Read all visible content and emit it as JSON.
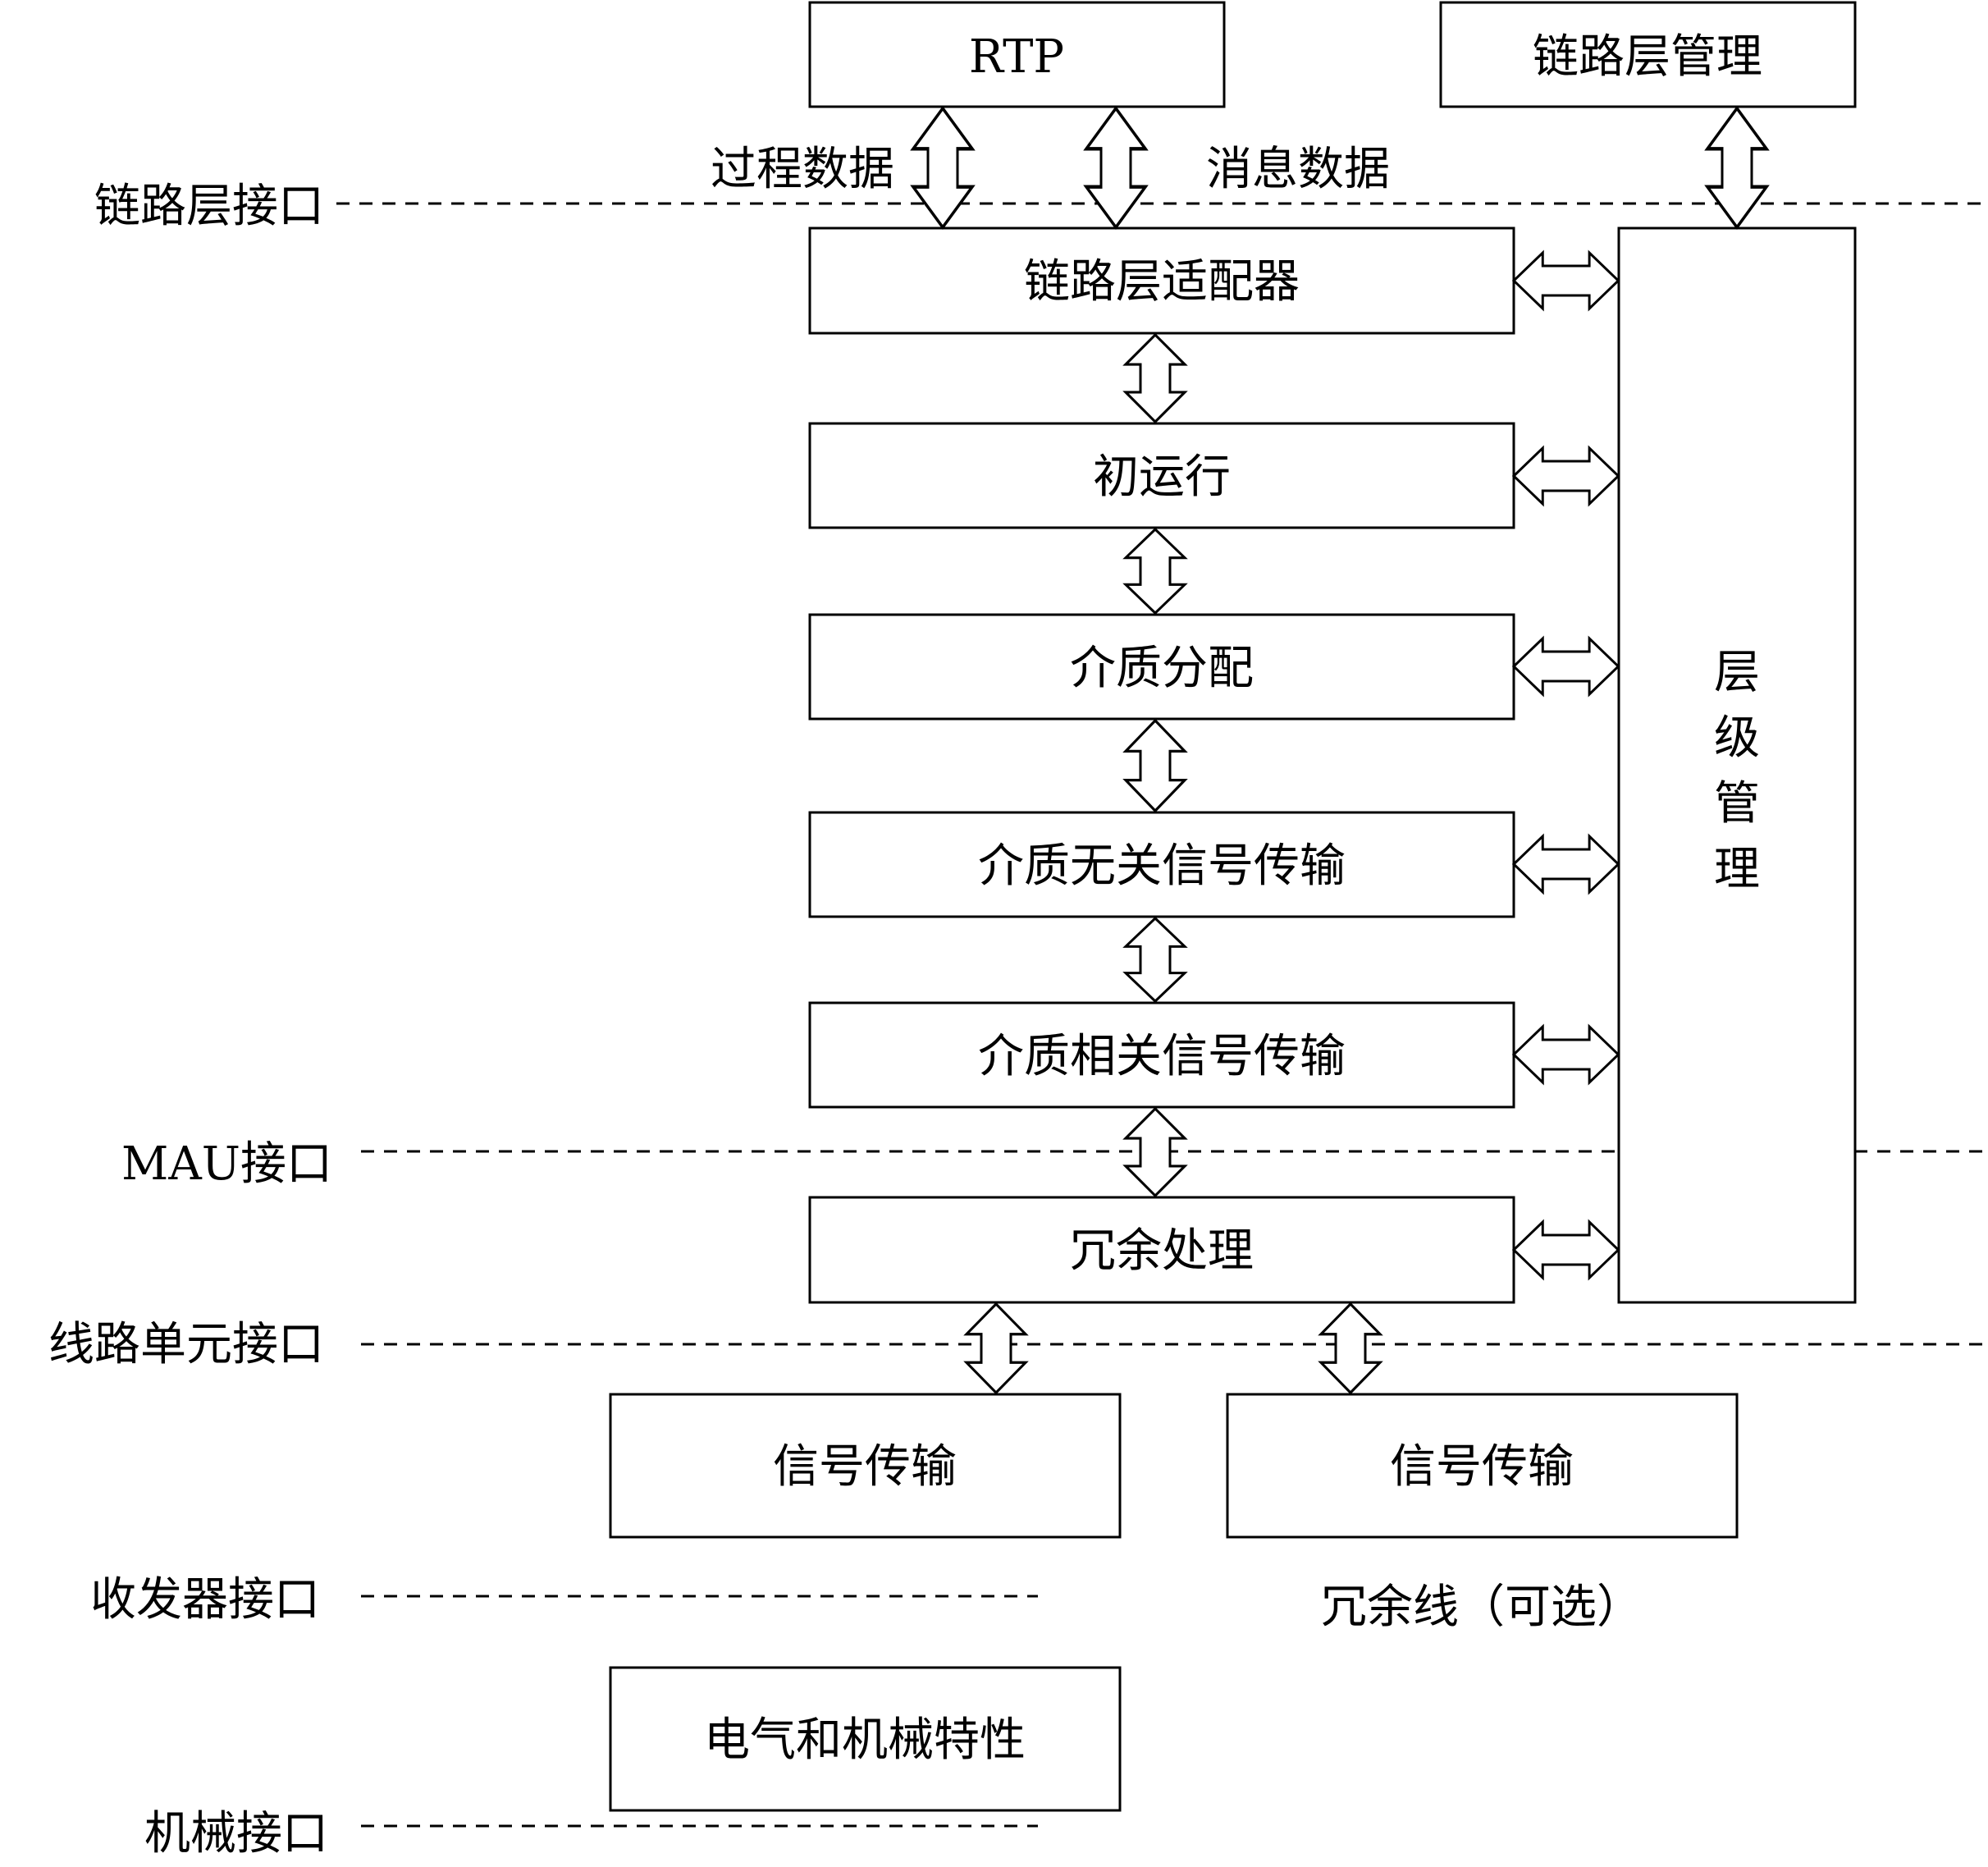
{
  "boxes": {
    "rtp": "RTP",
    "link_layer_mgmt": "链路层管理",
    "link_layer_adapter": "链路层适配器",
    "initial_operation": "初运行",
    "medium_allocation": "介质分配",
    "medium_independent_signaling": "介质无关信号传输",
    "medium_dependent_signaling": "介质相关信号传输",
    "redundancy_handling": "冗余处理",
    "signal_transmission_1": "信号传输",
    "signal_transmission_2": "信号传输",
    "electrical_mechanical": "电气和机械特性",
    "layer_mgmt": [
      "层",
      "级",
      "管",
      "理"
    ]
  },
  "labels": {
    "process_data": "过程数据",
    "message_data": "消息数据",
    "redundant_line": "冗余线（可选）"
  },
  "interfaces": {
    "link_layer": "链路层接口",
    "mau": "MAU接口",
    "line_unit": "线路单元接口",
    "transceiver": "收发器接口",
    "mechanical": "机械接口"
  }
}
